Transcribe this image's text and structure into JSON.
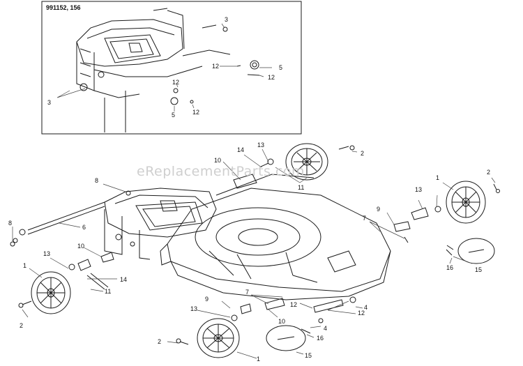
{
  "inset": {
    "model_numbers": "991152, 156"
  },
  "watermark": "eReplacementParts.com",
  "callouts": {
    "inset": [
      "3",
      "3",
      "12",
      "5",
      "12",
      "12",
      "12",
      "5"
    ],
    "main": [
      "14",
      "13",
      "10",
      "11",
      "2",
      "1",
      "2",
      "8",
      "8",
      "6",
      "10",
      "13",
      "9",
      "13",
      "1",
      "10",
      "11",
      "14",
      "7",
      "7",
      "15",
      "16",
      "1",
      "2",
      "13",
      "9",
      "10",
      "7",
      "12",
      "4",
      "12",
      "4",
      "16",
      "15",
      "1",
      "2"
    ]
  }
}
